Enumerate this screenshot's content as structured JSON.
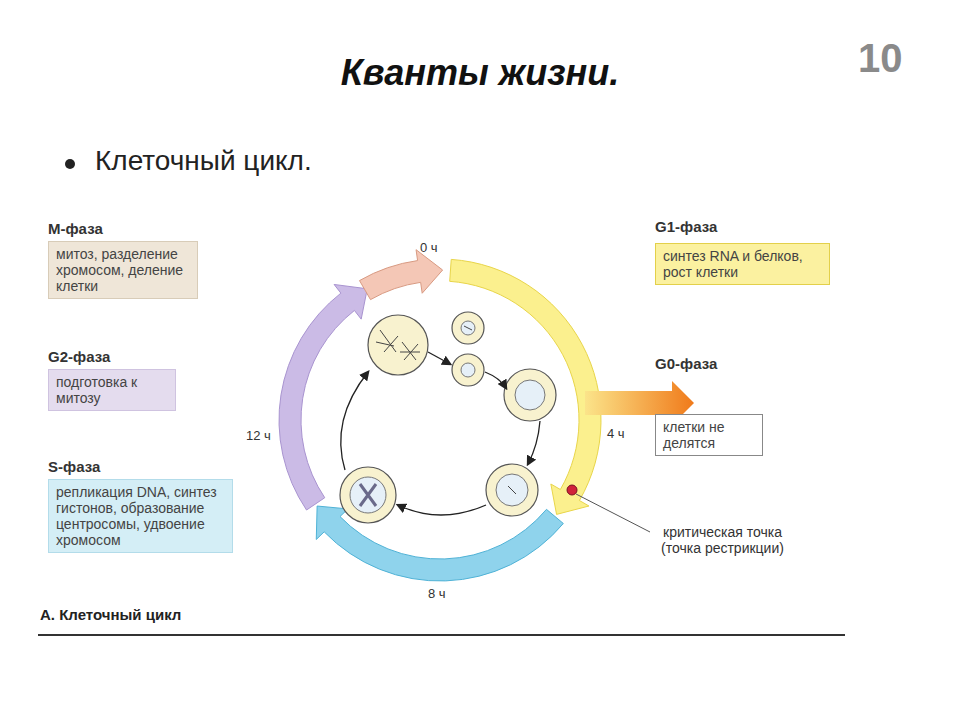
{
  "diagram": {
    "title": "Кванты жизни.",
    "caption": "А. Клеточный цикл",
    "nodes": [
      {
        "text": [
          "М-фаза",
          "митоз, разделение хромосом, деление клетки"
        ]
      },
      {
        "text": [
          "G2-фаза",
          "подготовка к митозу"
        ]
      },
      {
        "text": [
          "S-фаза",
          "репликация DNA, синтез гистонов, образование центросомы, удвоение хромосом"
        ]
      },
      {
        "text": [
          "G1-фаза",
          "синтез RNA и белков, рост клетки"
        ]
      },
      {
        "text": [
          "G0-фаза",
          "клетки не делятся"
        ]
      }
    ],
    "labels": [
      "10",
      "Клеточный цикл.",
      "0 ч",
      "4 ч",
      "8 ч",
      "12 ч",
      "критическая точка (точка рестрикции)"
    ]
  }
}
